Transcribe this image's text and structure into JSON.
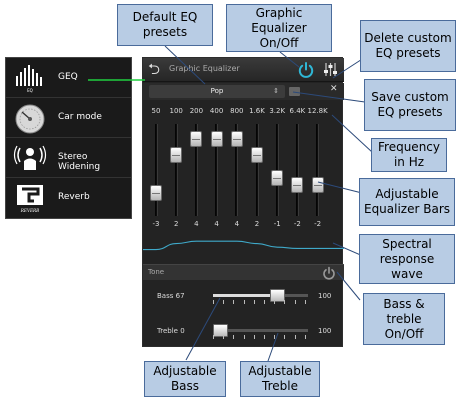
{
  "menu": {
    "items": [
      {
        "label": "GEQ",
        "icon": "equalizer-bars-icon"
      },
      {
        "label": "Car mode",
        "icon": "speedometer-icon"
      },
      {
        "label": "Stereo Widening",
        "icon": "stereo-person-icon"
      },
      {
        "label": "Reverb",
        "icon": "reverb-logo-icon",
        "sublabel": "REVERB"
      }
    ]
  },
  "app": {
    "title": "Graphic Equalizer",
    "preset": "Pop",
    "power_on": true
  },
  "eq": {
    "frequencies": [
      "50",
      "100",
      "200",
      "400",
      "800",
      "1.6K",
      "3.2K",
      "6.4K",
      "12.8K"
    ],
    "gains": [
      -3,
      2,
      4,
      4,
      4,
      2,
      -1,
      -2,
      -2
    ],
    "gain_labels": [
      "-3",
      "2",
      "4",
      "4",
      "4",
      "2",
      "-1",
      "-2",
      "-2"
    ],
    "range": [
      -6,
      6
    ]
  },
  "tone": {
    "label": "Tone",
    "bass_label": "Bass 67",
    "bass_value": 67,
    "bass_max_label": "100",
    "treble_label": "Treble 0",
    "treble_value": 0,
    "treble_max_label": "100"
  },
  "callouts": {
    "default_presets": "Default EQ presets",
    "graphic_onoff": "Graphic Equalizer On/Off",
    "delete_presets": "Delete custom EQ presets",
    "save_presets": "Save custom EQ presets",
    "frequency": "Frequency in Hz",
    "adjustable_bars": "Adjustable Equalizer Bars",
    "spectral": "Spectral response wave",
    "bass_treble_onoff": "Bass & treble On/Off",
    "adjustable_bass": "Adjustable Bass",
    "adjustable_treble": "Adjustable Treble"
  },
  "colors": {
    "accent": "#2fb7d6",
    "callout_fill": "#b8cce4",
    "callout_border": "#4a6b9b",
    "pointer_line": "#2c4a7a",
    "geq_pointer": "#1fcf3f"
  }
}
